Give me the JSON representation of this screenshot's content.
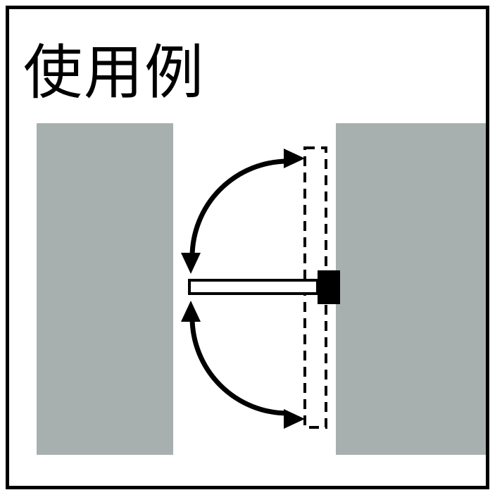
{
  "diagram": {
    "title": "使用例"
  },
  "colors": {
    "panel_gray": "#a8b0af",
    "outline_black": "#000000",
    "background_white": "#ffffff"
  },
  "shapes": {
    "left_panel": "wall-panel-left",
    "right_panel": "wall-panel-right",
    "bar_horizontal": "swing-bar-horizontal-position",
    "bar_vertical_dashed": "swing-bar-rotated-position-dashed",
    "pivot_block": "anchor-block",
    "upper_arrow": "rotation-arrow-upper",
    "lower_arrow": "rotation-arrow-lower"
  }
}
